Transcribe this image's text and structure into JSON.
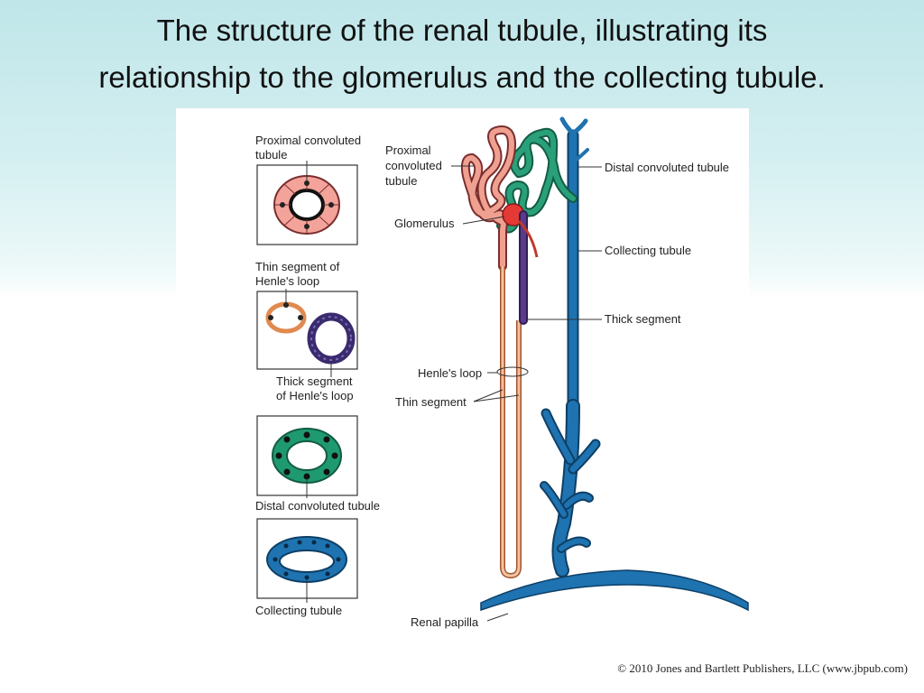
{
  "slide": {
    "title_line1": "The structure of the renal tubule, illustrating its",
    "title_line2": "relationship to the glomerulus and the collecting tubule.",
    "credit": "© 2010 Jones and Bartlett Publishers, LLC (www.jbpub.com)"
  },
  "cross_sections": {
    "proximal_line1": "Proximal convoluted",
    "proximal_line2": "tubule",
    "thin_line1": "Thin segment of",
    "thin_line2": "Henle's loop",
    "thick_line1": "Thick segment",
    "thick_line2": "of Henle's loop",
    "distal": "Distal convoluted tubule",
    "collecting": "Collecting tubule"
  },
  "nephron_labels": {
    "proximal_line1": "Proximal",
    "proximal_line2": "convoluted",
    "proximal_line3": "tubule",
    "glomerulus": "Glomerulus",
    "distal": "Distal convoluted tubule",
    "collecting": "Collecting tubule",
    "thick": "Thick segment",
    "henle_loop": "Henle's loop",
    "thin": "Thin segment",
    "papilla": "Renal papilla"
  },
  "colors": {
    "proximal": "#f0a090",
    "glomerulus": "#e53935",
    "thin": "#e8a070",
    "thick": "#5b3a8c",
    "distal": "#2aa07a",
    "collecting": "#1e73b0"
  }
}
